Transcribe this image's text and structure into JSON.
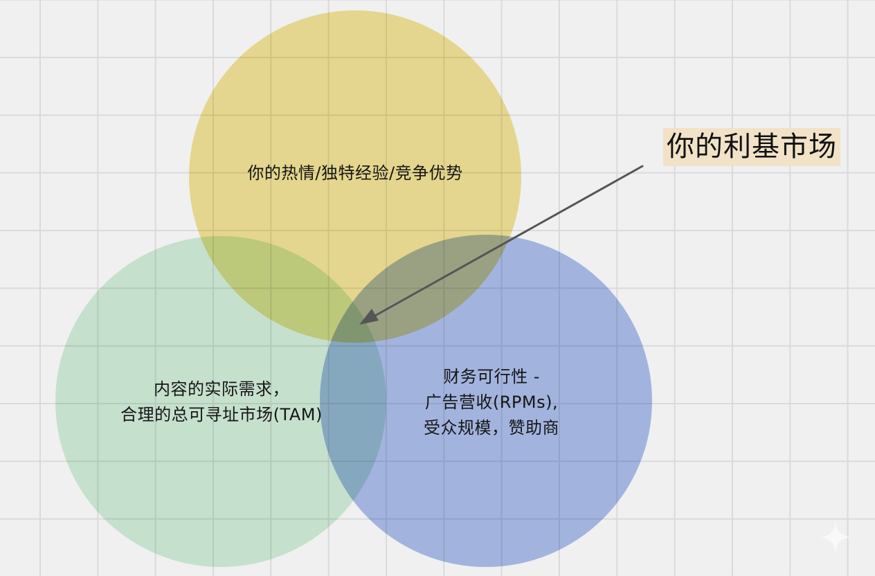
{
  "diagram": {
    "type": "venn",
    "circles": [
      {
        "id": "passion",
        "color": "#f3e394",
        "lines": [
          "你的热情/独特经验/竞争优势"
        ]
      },
      {
        "id": "demand",
        "color": "#d3eedb",
        "lines": [
          "内容的实际需求，",
          "合理的总可寻址市场(TAM)"
        ]
      },
      {
        "id": "finance",
        "color": "#acbfec",
        "lines": [
          "财务可行性 -",
          "广告营收(RPMs),",
          "受众规模，赞助商"
        ]
      }
    ],
    "callout": {
      "text": "你的利基市场",
      "background": "#f1e2c8",
      "arrow_color": "#555555",
      "points_to": "center intersection of all three circles"
    },
    "background": {
      "color": "#f0f0f0",
      "grid_color": "#dadada",
      "grid": true
    },
    "watermark_icon": "sparkle-icon"
  }
}
